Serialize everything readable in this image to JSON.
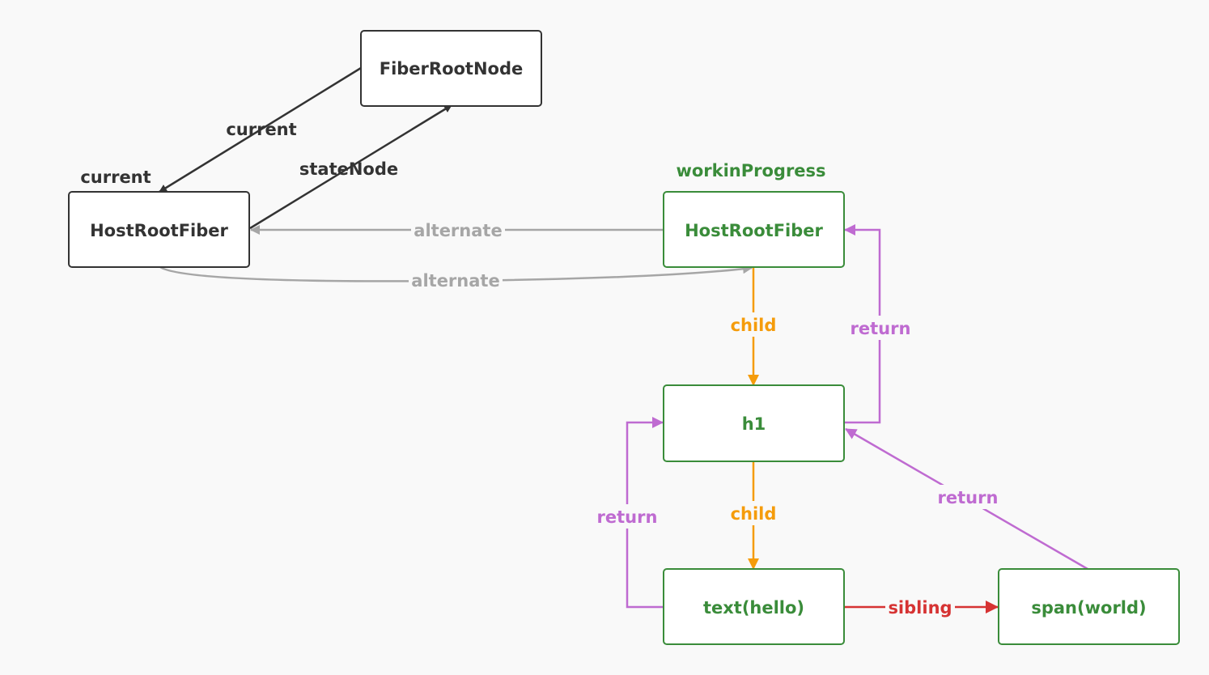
{
  "colors": {
    "background": "#f9f9f9",
    "current_tree": "#333333",
    "alternate": "#a6a6a6",
    "wip_tree": "#3a8c3a",
    "child": "#f59c0b",
    "return": "#bf6bd1",
    "sibling": "#d63333"
  },
  "labels": {
    "current_tree_title": "current",
    "wip_tree_title": "workinProgress"
  },
  "nodes": {
    "fiber_root_node": "FiberRootNode",
    "current_host_root_fiber": "HostRootFiber",
    "wip_host_root_fiber": "HostRootFiber",
    "h1": "h1",
    "text_hello": "text(hello)",
    "span_world": "span(world)"
  },
  "edges": {
    "current": "current",
    "state_node": "stateNode",
    "alternate_top": "alternate",
    "alternate_bottom": "alternate",
    "child_root_h1": "child",
    "child_h1_text": "child",
    "return_h1_root": "return",
    "return_text_h1": "return",
    "return_span_h1": "return",
    "sibling": "sibling"
  }
}
